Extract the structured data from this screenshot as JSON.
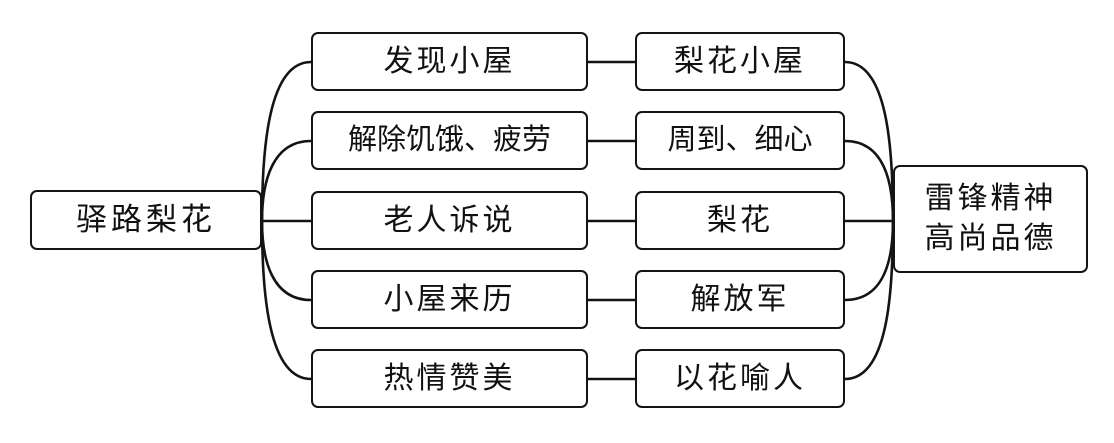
{
  "diagram": {
    "type": "mind-map",
    "title_node": {
      "label": "驿路梨花"
    },
    "final_node": {
      "lines": [
        "雷锋精神",
        "高尚品德"
      ]
    },
    "branches": [
      {
        "event": "发现小屋",
        "meaning": "梨花小屋"
      },
      {
        "event": "解除饥饿、疲劳",
        "meaning": "周到、细心"
      },
      {
        "event": "老人诉说",
        "meaning": "梨花"
      },
      {
        "event": "小屋来历",
        "meaning": "解放军"
      },
      {
        "event": "热情赞美",
        "meaning": "以花喻人"
      }
    ],
    "style": {
      "stroke_color": "#141414",
      "background_color": "#ffffff",
      "text_color": "#111111"
    }
  }
}
